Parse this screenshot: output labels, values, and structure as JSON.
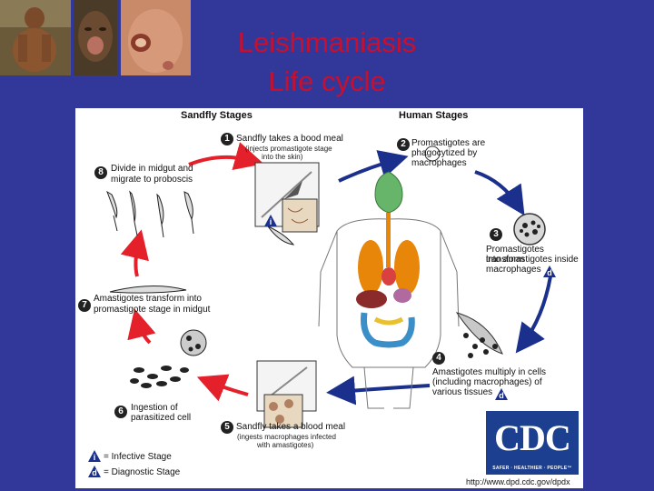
{
  "title": {
    "line1": "Leishmaniasis",
    "line2": "Life cycle"
  },
  "diagram": {
    "heading_sandfly": "Sandfly Stages",
    "heading_human": "Human Stages",
    "steps": [
      {
        "num": "1",
        "text": "Sandfly takes a bood meal",
        "sub1": "(injects promastigote stage",
        "sub2": "into the skin)"
      },
      {
        "num": "2",
        "text1": "Promastigotes are",
        "text2": "phagocytized by",
        "text3": "macrophages"
      },
      {
        "num": "3",
        "text1": "Promastigotes transform",
        "text2": "into amastigotes inside",
        "text3": "macrophages"
      },
      {
        "num": "4",
        "text1": "Amastigotes multiply in cells",
        "text2": "(including macrophages) of",
        "text3": "various tissues"
      },
      {
        "num": "5",
        "text": "Sandfly takes a blood meal",
        "sub1": "(ingests macrophages infected",
        "sub2": "with amastigotes)"
      },
      {
        "num": "6",
        "text1": "Ingestion of",
        "text2": "parasitized cell"
      },
      {
        "num": "7",
        "text1": "Amastigotes transform into",
        "text2": "promastigote stage in midgut"
      },
      {
        "num": "8",
        "text1": "Divide in midgut and",
        "text2": "migrate to proboscis"
      }
    ],
    "legend": {
      "infective_symbol": "i",
      "infective_label": "= Infective Stage",
      "diagnostic_symbol": "d",
      "diagnostic_label": "= Diagnostic Stage"
    },
    "stage_marks": {
      "infective": "i",
      "diagnostic": "d"
    },
    "cdc": {
      "logo": "CDC",
      "tagline": "SAFER · HEALTHIER · PEOPLE™",
      "url": "http://www.dpd.cdc.gov/dpdx"
    },
    "colors": {
      "sandfly_arrow": "#e4202a",
      "human_arrow": "#1b2f8c",
      "title": "#c8102e",
      "background": "#32379a"
    }
  }
}
